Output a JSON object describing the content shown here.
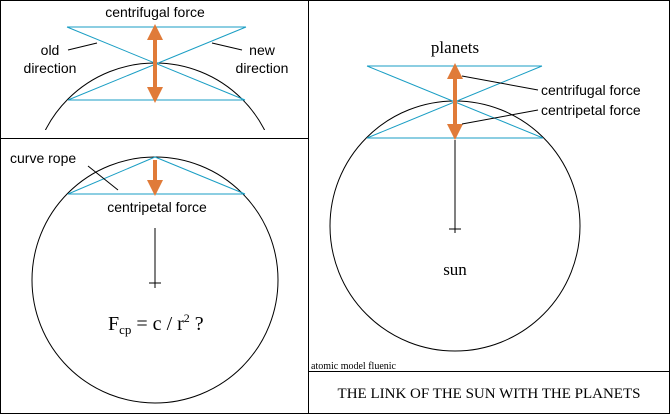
{
  "panel_top_left": {
    "title": "centrifugal force",
    "left_label": [
      "old",
      "direction"
    ],
    "right_label": [
      "new",
      "direction"
    ]
  },
  "panel_bottom_left": {
    "rope_label": "curve rope",
    "force_label": "centripetal force",
    "formula": {
      "F": "F",
      "sub": "cp",
      "rest": " = c / r",
      "sup": "2",
      "end": " ?"
    }
  },
  "panel_right": {
    "planets_label": "planets",
    "centrifugal_label": "centrifugal force",
    "centripetal_label": "centripetal force",
    "sun_label": "sun",
    "footnote": "atomic model fluenic",
    "caption": "THE LINK OF THE SUN WITH THE PLANETS"
  },
  "colors": {
    "cyan": "#1a9ec4",
    "arrow": "#e07b39"
  }
}
